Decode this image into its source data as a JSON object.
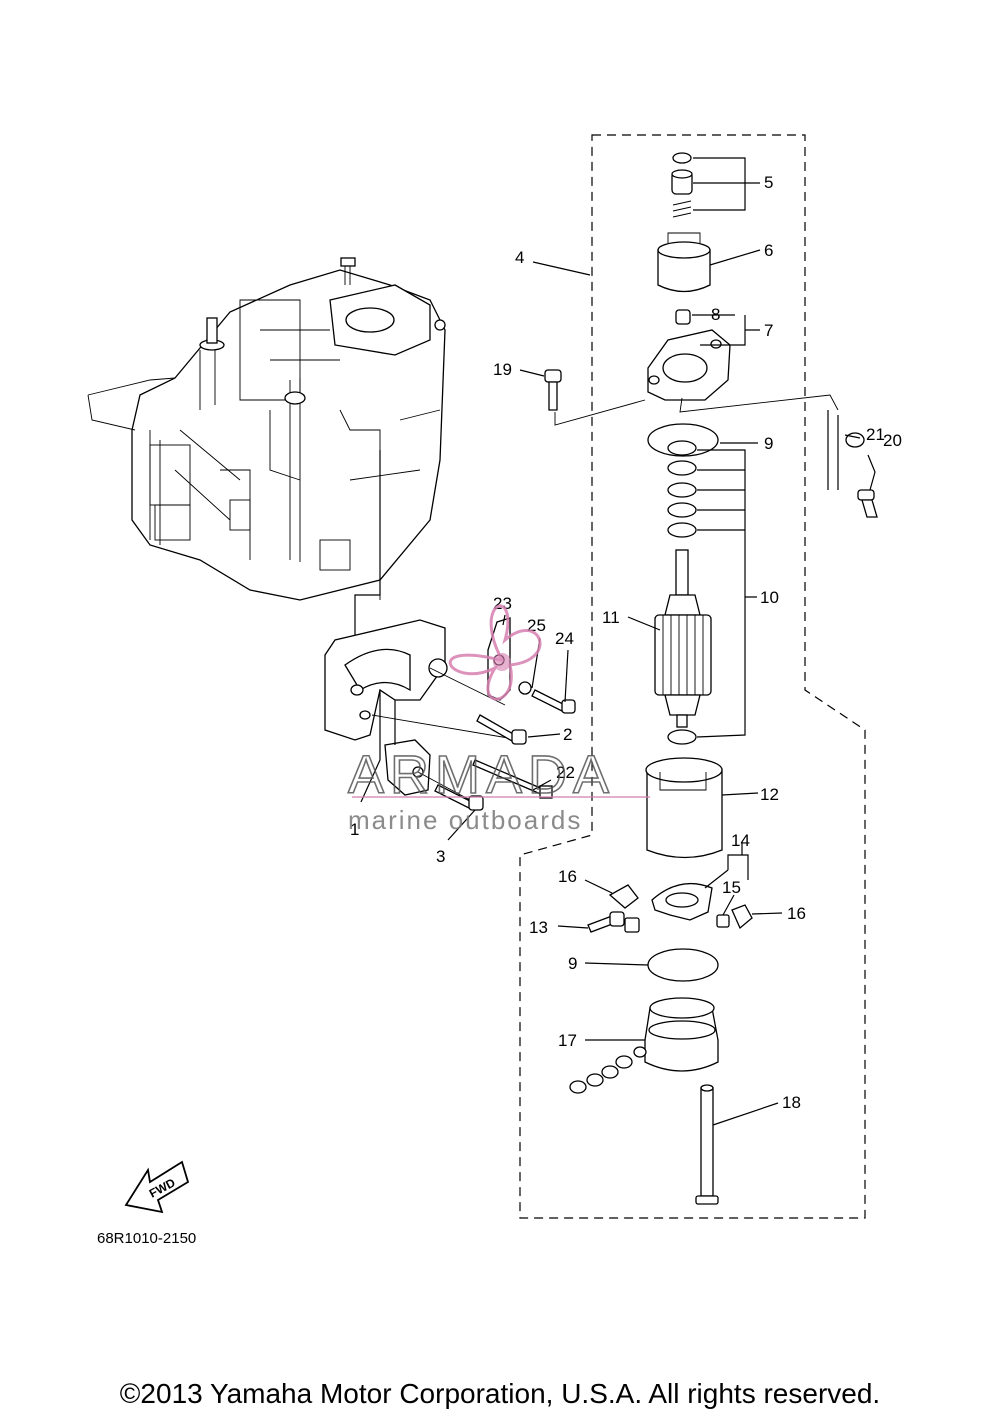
{
  "diagram": {
    "callouts": {
      "c1": "1",
      "c2": "2",
      "c3": "3",
      "c4": "4",
      "c5": "5",
      "c6": "6",
      "c7": "7",
      "c8": "8",
      "c9a": "9",
      "c9b": "9",
      "c10": "10",
      "c11": "11",
      "c12": "12",
      "c13": "13",
      "c14": "14",
      "c15": "15",
      "c16a": "16",
      "c16b": "16",
      "c17": "17",
      "c18": "18",
      "c19": "19",
      "c20": "20",
      "c21": "21",
      "c22": "22",
      "c23": "23",
      "c24": "24",
      "c25": "25"
    },
    "drawing_code": "68R1010-2150",
    "fwd_label": "FWD"
  },
  "watermark": {
    "title": "ARMADA",
    "subtitle": "marine outboards",
    "accent_color": "#d67fb0"
  },
  "footer": {
    "copyright": "©2013 Yamaha Motor Corporation, U.S.A. All rights reserved."
  }
}
